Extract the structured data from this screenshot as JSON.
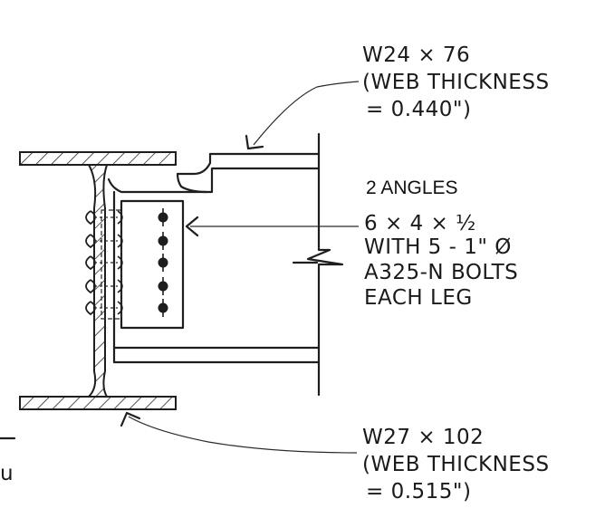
{
  "beam_label": {
    "line1": "W24 × 76",
    "line2": "(WEB THICKNESS",
    "line3": "= 0.440\")"
  },
  "angles_label": {
    "typed": "2 ANGLES",
    "line1": "6 × 4 × ½",
    "line2": "WITH 5 - 1\" Ø",
    "line3": "A325-N BOLTS",
    "line4": "EACH LEG"
  },
  "girder_label": {
    "line1": "W27 × 102",
    "line2": "(WEB THICKNESS",
    "line3": "= 0.515\")"
  },
  "edge_fragment": "u",
  "colors": {
    "ink": "#1e1e1e",
    "paper": "#ffffff"
  }
}
